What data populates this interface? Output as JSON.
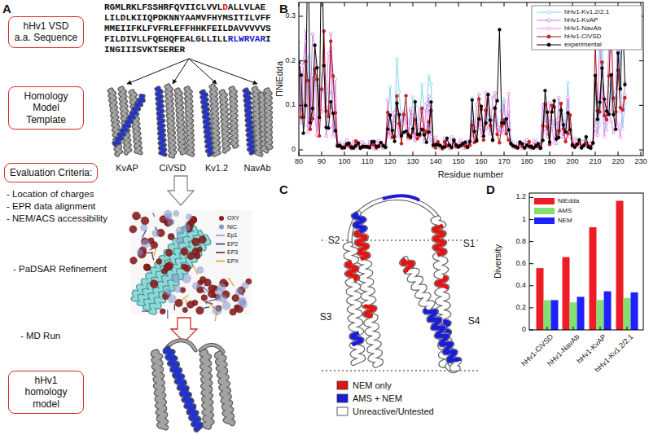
{
  "diagram": {
    "nodes": [
      {
        "text": [
          "hHv1 VSD a.a. Sequence"
        ]
      },
      {
        "text": [
          "Homology Model Template"
        ]
      },
      {
        "text": [
          "Evaluation Criteria:"
        ]
      },
      {
        "text": [
          "hHv1 homology model"
        ]
      }
    ],
    "labels": [
      "A",
      "RGMLRKLFSSHRFQVIICLVVLDALLVLAE LILDLKIIQPDKNNYAAMVFHYMSITILVFF MMEIIFKLFVFRLEFFHHKFEILDAVVVVVS FILDIVLLFQEHQFEALGLLILLRLWRVARI INGIIISVKTSERER",
      "KvAP",
      "CiVSD",
      "Kv1.2",
      "NavAb",
      "- Location of charges",
      "- EPR data alignment",
      "- NEM/ACS accessibility",
      "- PaDSAR Refinement",
      "- MD Run",
      "B",
      "0",
      "0.1",
      "0.2",
      "0.3",
      "80",
      "90",
      "100",
      "110",
      "120",
      "130",
      "140",
      "150",
      "160",
      "170",
      "180",
      "190",
      "200",
      "210",
      "220",
      "230",
      "ΠNiEdda",
      "Residue number",
      "C",
      "S2",
      "S1",
      "S3",
      "S4",
      "D",
      "0",
      "0.2",
      "0.4",
      "0.6",
      "0.8",
      "1",
      "1.2",
      "Diversity",
      "hHv1-CiVSD",
      "hHv1-NavAb",
      "hHv1-KvAP",
      "hHv1-Kv1.2/2.1"
    ],
    "legend": [
      {
        "text": "OXY",
        "color": "#8b1c1c"
      },
      {
        "text": "NIC",
        "color": "#8a98cc"
      },
      {
        "text": "Ep1"
      },
      {
        "text": "EP2"
      },
      {
        "text": "EP3"
      },
      {
        "text": "EPX"
      },
      {
        "text": "hHv1-Kv1.2/2.1"
      },
      {
        "text": "hHv1-KvAP"
      },
      {
        "text": "hHv1-NavAb"
      },
      {
        "text": "hHv1-CiVSD"
      },
      {
        "text": "experimental"
      },
      {
        "text": "NEM only",
        "color": "#e01414"
      },
      {
        "text": "AMS + NEM",
        "color": "#1c1cd6"
      },
      {
        "text": "Unreactive/Untested",
        "color": "#ffffff"
      },
      {
        "text": "NiEdda",
        "color": "#ee1c24"
      },
      {
        "text": "AMS",
        "color": "#80e070"
      },
      {
        "text": "NEM",
        "color": "#1f1fff"
      }
    ]
  }
}
